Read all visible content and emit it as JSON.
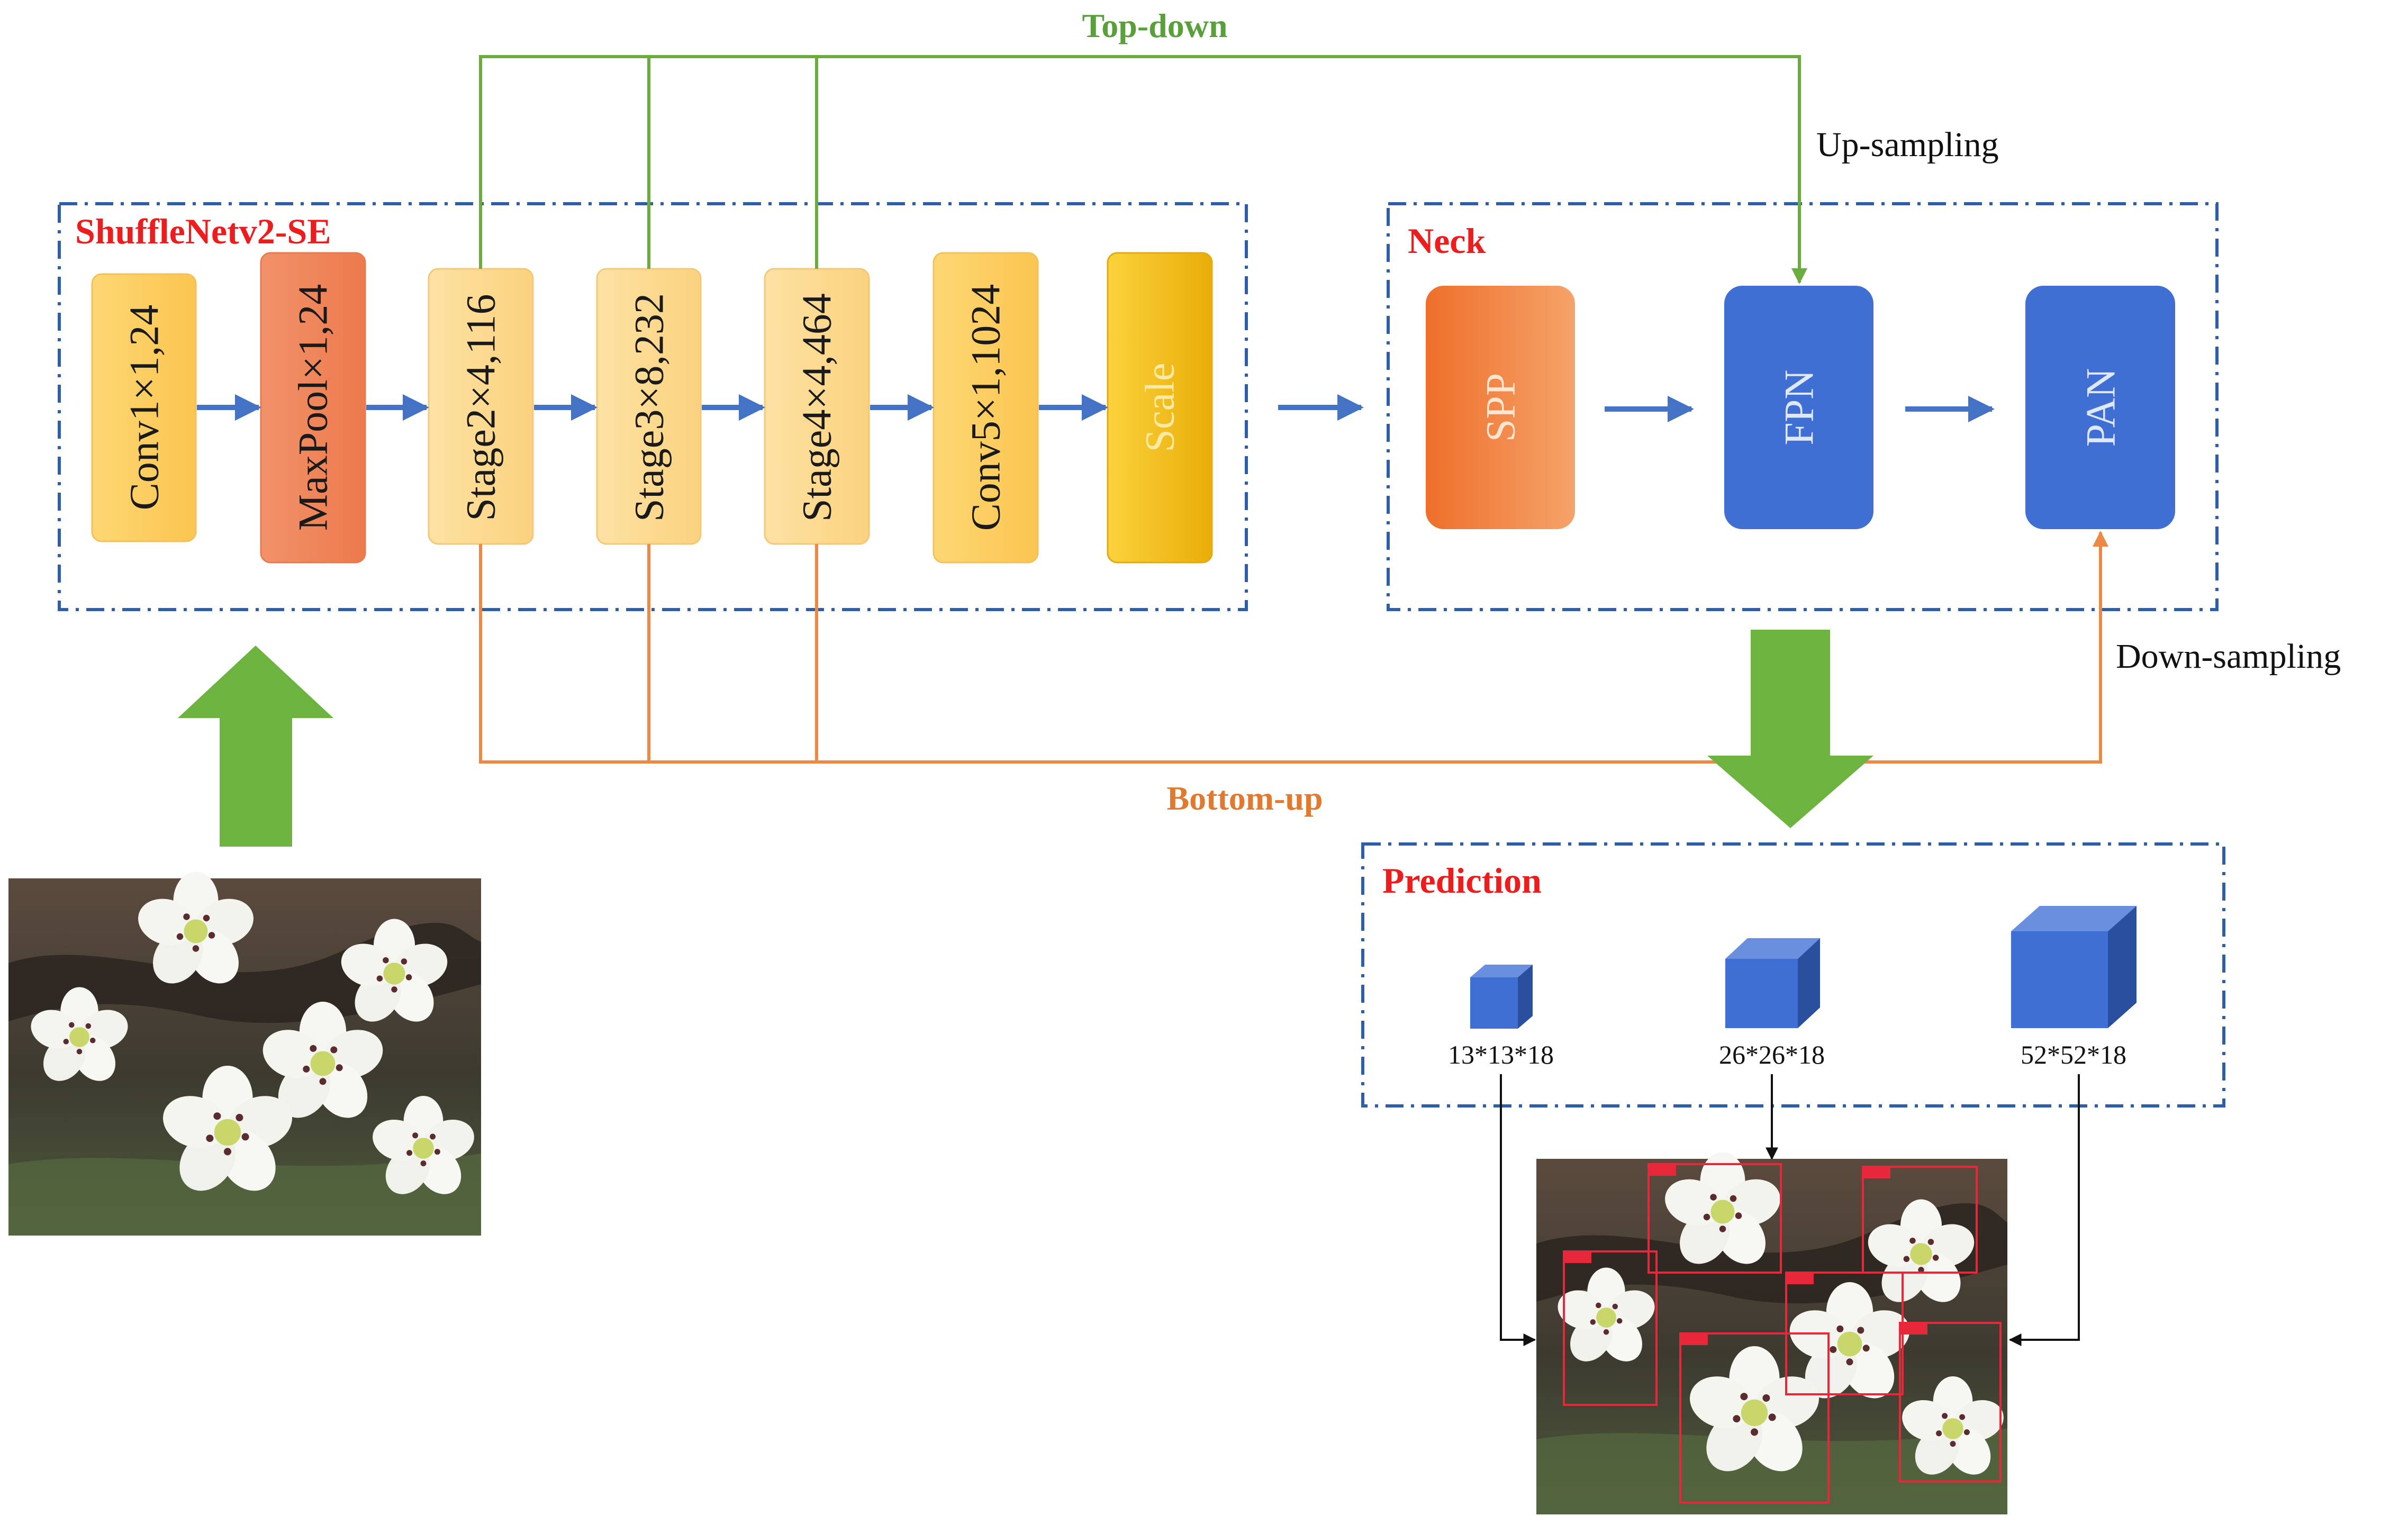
{
  "backbone": {
    "title": "ShuffleNetv2-SE",
    "blocks": [
      {
        "label": "Conv1×1,24"
      },
      {
        "label": "MaxPool×1,24"
      },
      {
        "label": "Stage2×4,116"
      },
      {
        "label": "Stage3×8,232"
      },
      {
        "label": "Stage4×4,464"
      },
      {
        "label": "Conv5×1,1024"
      },
      {
        "label": "Scale"
      }
    ]
  },
  "neck": {
    "title": "Neck",
    "blocks": [
      {
        "label": "SPP"
      },
      {
        "label": "FPN"
      },
      {
        "label": "PAN"
      }
    ]
  },
  "paths": {
    "top_down": "Top-down",
    "bottom_up": "Bottom-up",
    "up_sampling": "Up-sampling",
    "down_sampling": "Down-sampling"
  },
  "prediction": {
    "title": "Prediction",
    "outputs": [
      {
        "label": "13*13*18"
      },
      {
        "label": "26*26*18"
      },
      {
        "label": "52*52*18"
      }
    ]
  },
  "colors": {
    "yellow_block": "#fdd06a",
    "orange_block": "#f2884f",
    "blue_block": "#3f6fd3",
    "group_border": "#2f5ea8",
    "flow_arrow": "#4472c4",
    "top_down_line": "#6aac3d",
    "bottom_up_line": "#ec8a45",
    "big_arrow": "#6db33f",
    "title_red": "#ee1c1c"
  }
}
